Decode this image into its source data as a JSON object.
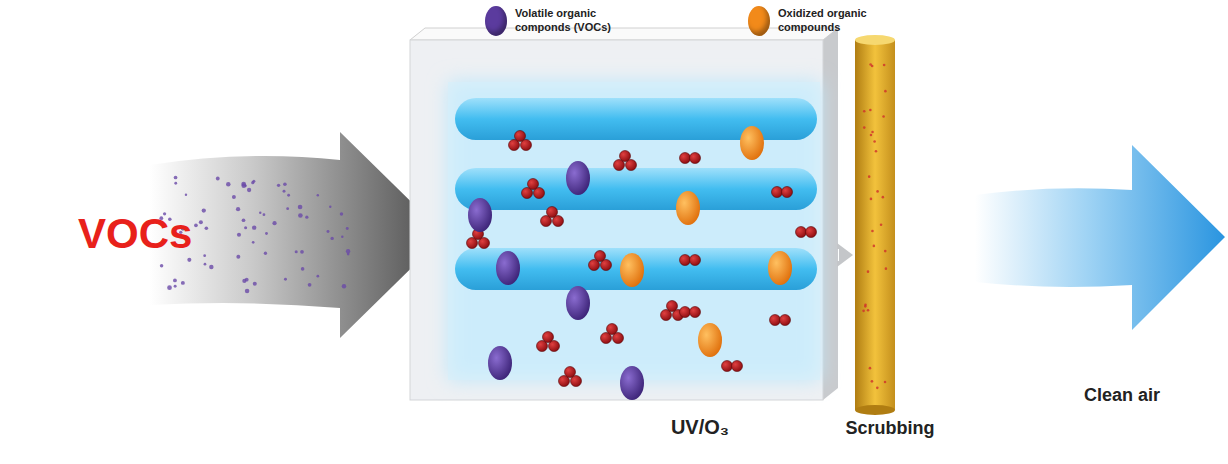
{
  "diagram": {
    "nodes": [
      {
        "text": [
          "VOCs"
        ]
      },
      {
        "text": [
          "UV/O₃"
        ]
      },
      {
        "text": [
          "Scrubbing"
        ]
      },
      {
        "text": [
          "Clean air"
        ]
      }
    ],
    "edges": [
      {
        "from": 1,
        "to": 2,
        "arrow": "to"
      }
    ],
    "legend": [
      {
        "text": "Volatile organic componds (VOCs)",
        "color": "#5b3b9e"
      },
      {
        "text": "Oxidized organic compounds",
        "color": "#f28a1a"
      }
    ]
  }
}
